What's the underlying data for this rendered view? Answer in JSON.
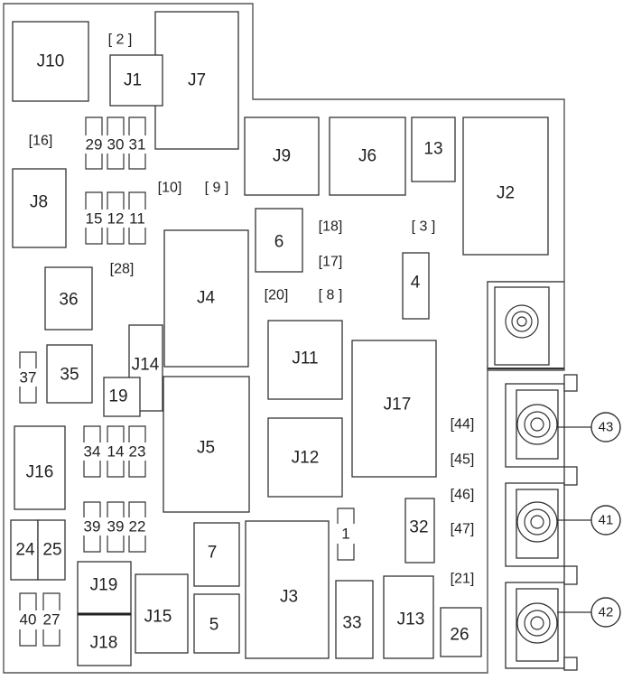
{
  "relays": [
    {
      "id": "J10",
      "label": "J10"
    },
    {
      "id": "J1",
      "label": "J1"
    },
    {
      "id": "J7",
      "label": "J7"
    },
    {
      "id": "J9",
      "label": "J9"
    },
    {
      "id": "J6",
      "label": "J6"
    },
    {
      "id": "13",
      "label": "13"
    },
    {
      "id": "J2",
      "label": "J2"
    },
    {
      "id": "J8",
      "label": "J8"
    },
    {
      "id": "6",
      "label": "6"
    },
    {
      "id": "4",
      "label": "4"
    },
    {
      "id": "36",
      "label": "36"
    },
    {
      "id": "J4",
      "label": "J4"
    },
    {
      "id": "35",
      "label": "35"
    },
    {
      "id": "J14",
      "label": "J14"
    },
    {
      "id": "19",
      "label": "19"
    },
    {
      "id": "J11",
      "label": "J11"
    },
    {
      "id": "J17",
      "label": "J17"
    },
    {
      "id": "J5",
      "label": "J5"
    },
    {
      "id": "J12",
      "label": "J12"
    },
    {
      "id": "J16",
      "label": "J16"
    },
    {
      "id": "24",
      "label": "24"
    },
    {
      "id": "25",
      "label": "25"
    },
    {
      "id": "7",
      "label": "7"
    },
    {
      "id": "J3",
      "label": "J3"
    },
    {
      "id": "32",
      "label": "32"
    },
    {
      "id": "J19",
      "label": "J19"
    },
    {
      "id": "J15",
      "label": "J15"
    },
    {
      "id": "J18",
      "label": "J18"
    },
    {
      "id": "5",
      "label": "5"
    },
    {
      "id": "33",
      "label": "33"
    },
    {
      "id": "J13",
      "label": "J13"
    },
    {
      "id": "26",
      "label": "26"
    }
  ],
  "mini_fuses": [
    {
      "id": "29",
      "label": "29"
    },
    {
      "id": "30",
      "label": "30"
    },
    {
      "id": "31",
      "label": "31"
    },
    {
      "id": "15",
      "label": "15"
    },
    {
      "id": "12",
      "label": "12"
    },
    {
      "id": "11",
      "label": "11"
    },
    {
      "id": "37",
      "label": "37"
    },
    {
      "id": "34",
      "label": "34"
    },
    {
      "id": "14",
      "label": "14"
    },
    {
      "id": "23",
      "label": "23"
    },
    {
      "id": "39a",
      "label": "39"
    },
    {
      "id": "39b",
      "label": "39"
    },
    {
      "id": "22",
      "label": "22"
    },
    {
      "id": "1",
      "label": "1"
    },
    {
      "id": "40",
      "label": "40"
    },
    {
      "id": "27",
      "label": "27"
    }
  ],
  "empty_slots": [
    {
      "id": "2",
      "label": "[ 2 ]"
    },
    {
      "id": "16",
      "label": "[16]"
    },
    {
      "id": "10",
      "label": "[10]"
    },
    {
      "id": "9",
      "label": "[ 9 ]"
    },
    {
      "id": "18",
      "label": "[18]"
    },
    {
      "id": "3",
      "label": "[ 3 ]"
    },
    {
      "id": "17",
      "label": "[17]"
    },
    {
      "id": "28",
      "label": "[28]"
    },
    {
      "id": "20",
      "label": "[20]"
    },
    {
      "id": "8",
      "label": "[ 8 ]"
    },
    {
      "id": "44",
      "label": "[44]"
    },
    {
      "id": "45",
      "label": "[45]"
    },
    {
      "id": "46",
      "label": "[46]"
    },
    {
      "id": "47",
      "label": "[47]"
    },
    {
      "id": "21",
      "label": "[21]"
    }
  ],
  "callouts": [
    {
      "id": "43",
      "label": "43"
    },
    {
      "id": "41",
      "label": "41"
    },
    {
      "id": "42",
      "label": "42"
    }
  ]
}
